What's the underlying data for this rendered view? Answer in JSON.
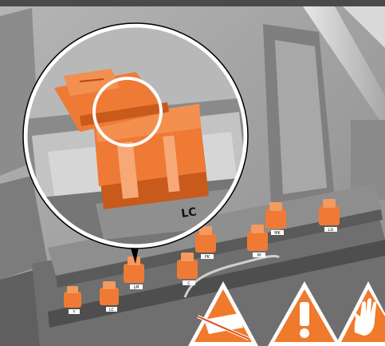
{
  "colors": {
    "frame_dark": "#4a4a4a",
    "metal_light": "#c7c7c7",
    "metal_mid": "#9b9b9b",
    "metal_dark": "#6c6c6c",
    "printhead_orange": "#ef7a35",
    "printhead_shadow": "#c85a1c",
    "warning_orange": "#f07a2c",
    "white": "#ffffff"
  },
  "callout": {
    "slot_label": "LC"
  },
  "printheads": [
    {
      "label": "Y"
    },
    {
      "label": "LC"
    },
    {
      "label": "LM"
    },
    {
      "label": "C"
    },
    {
      "label": "PK"
    },
    {
      "label": "M"
    },
    {
      "label": "MK"
    },
    {
      "label": "LG"
    }
  ],
  "warning_icons": [
    {
      "icon": "no-touch-electrical-contacts-icon"
    },
    {
      "icon": "general-warning-icon"
    },
    {
      "icon": "wear-gloves-ink-icon"
    }
  ]
}
